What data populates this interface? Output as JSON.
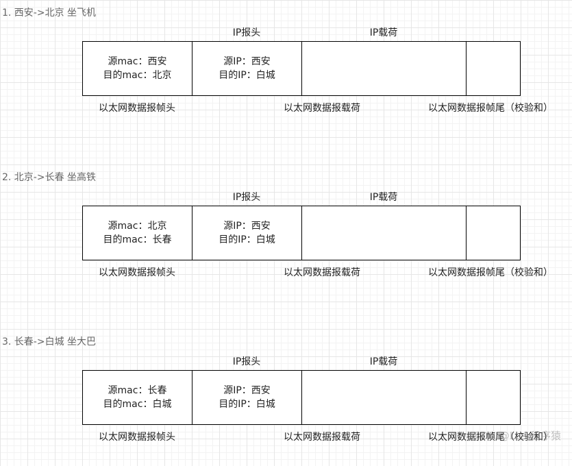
{
  "sections": [
    {
      "title": "1. 西安->北京  坐飞机",
      "ip_header": "IP报头",
      "ip_payload": "IP载荷",
      "src_mac": "源mac：西安",
      "dst_mac": "目的mac：北京",
      "src_ip": "源IP：西安",
      "dst_ip": "目的IP：白城",
      "eth_header": "以太网数据报帧头",
      "eth_payload": "以太网数据报载荷",
      "eth_trailer": "以太网数据报帧尾（校验和）"
    },
    {
      "title": "2. 北京->长春  坐高铁",
      "ip_header": "IP报头",
      "ip_payload": "IP载荷",
      "src_mac": "源mac：北京",
      "dst_mac": "目的mac：长春",
      "src_ip": "源IP：西安",
      "dst_ip": "目的IP：白城",
      "eth_header": "以太网数据报帧头",
      "eth_payload": "以太网数据报载荷",
      "eth_trailer": "以太网数据报帧尾（校验和）"
    },
    {
      "title": "3. 长春->白城  坐大巴",
      "ip_header": "IP报头",
      "ip_payload": "IP载荷",
      "src_mac": "源mac：长春",
      "dst_mac": "目的mac：白城",
      "src_ip": "源IP：西安",
      "dst_ip": "目的IP：白城",
      "eth_header": "以太网数据报帧头",
      "eth_payload": "以太网数据报载荷",
      "eth_trailer": "以太网数据报帧尾（校验和）"
    }
  ],
  "watermark": "CSDN @Lus 程序猿"
}
